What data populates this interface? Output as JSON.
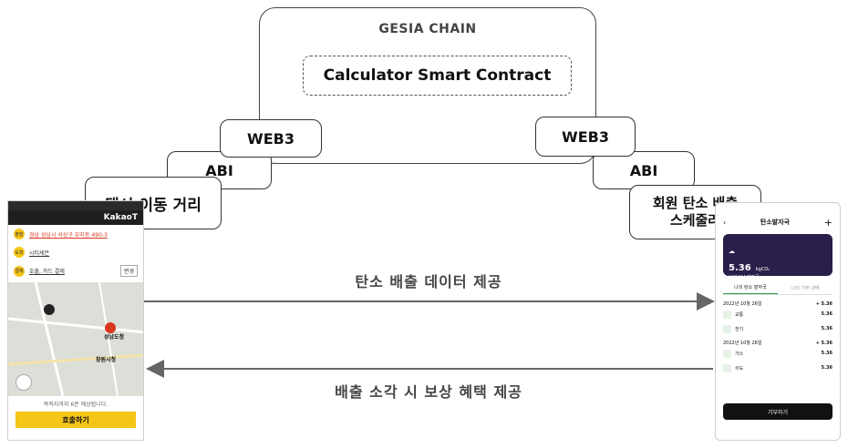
{
  "chain": {
    "title": "GESIA CHAIN",
    "contract": "Calculator Smart Contract"
  },
  "left_boxes": {
    "web3": "WEB3",
    "abi": "ABI",
    "source": "택시 이동 거리"
  },
  "right_boxes": {
    "web3": "WEB3",
    "abi": "ABI",
    "target": "회원 탄소 배출\n스케줄러"
  },
  "flows": {
    "forward": "탄소 배출 데이터 제공",
    "backward": "배출 소각 시 보상 혜택 제공"
  },
  "taxi_app": {
    "title": "KakaoT",
    "origin_tag": "출발",
    "origin": "경남 성남시 서상구 부지동 490-3",
    "dest_tag": "도착",
    "dest": "시티세븐",
    "pay_tag": "결제",
    "pay": "호출, 카드 결제",
    "change": "변경",
    "map_labels": [
      "성남도청",
      "창원시청"
    ],
    "eta": "목적지까지 6분 예상됩니다.",
    "call_button": "호출하기"
  },
  "carbon_app": {
    "title": "탄소발자국",
    "total": "5.36",
    "total_unit": "kgCO₂",
    "total_caption": "나의 탄소발자국",
    "tabs": [
      "나의 탄소 발자국",
      "나의 기부 내역"
    ],
    "groups": [
      {
        "date": "2022년 10월 26일",
        "sum": "+ 5.36",
        "items": [
          {
            "name": "교통",
            "value": "5.36"
          },
          {
            "name": "전기",
            "value": "5.36"
          }
        ]
      },
      {
        "date": "2022년 10월 26일",
        "sum": "+ 5.36",
        "items": [
          {
            "name": "가스",
            "value": "5.36"
          },
          {
            "name": "수도",
            "value": "5.36"
          }
        ]
      }
    ],
    "donate_button": "기부하기"
  },
  "colors": {
    "accent_yellow": "#f5c518",
    "dark_card": "#2a1f4a",
    "line": "#666666"
  }
}
